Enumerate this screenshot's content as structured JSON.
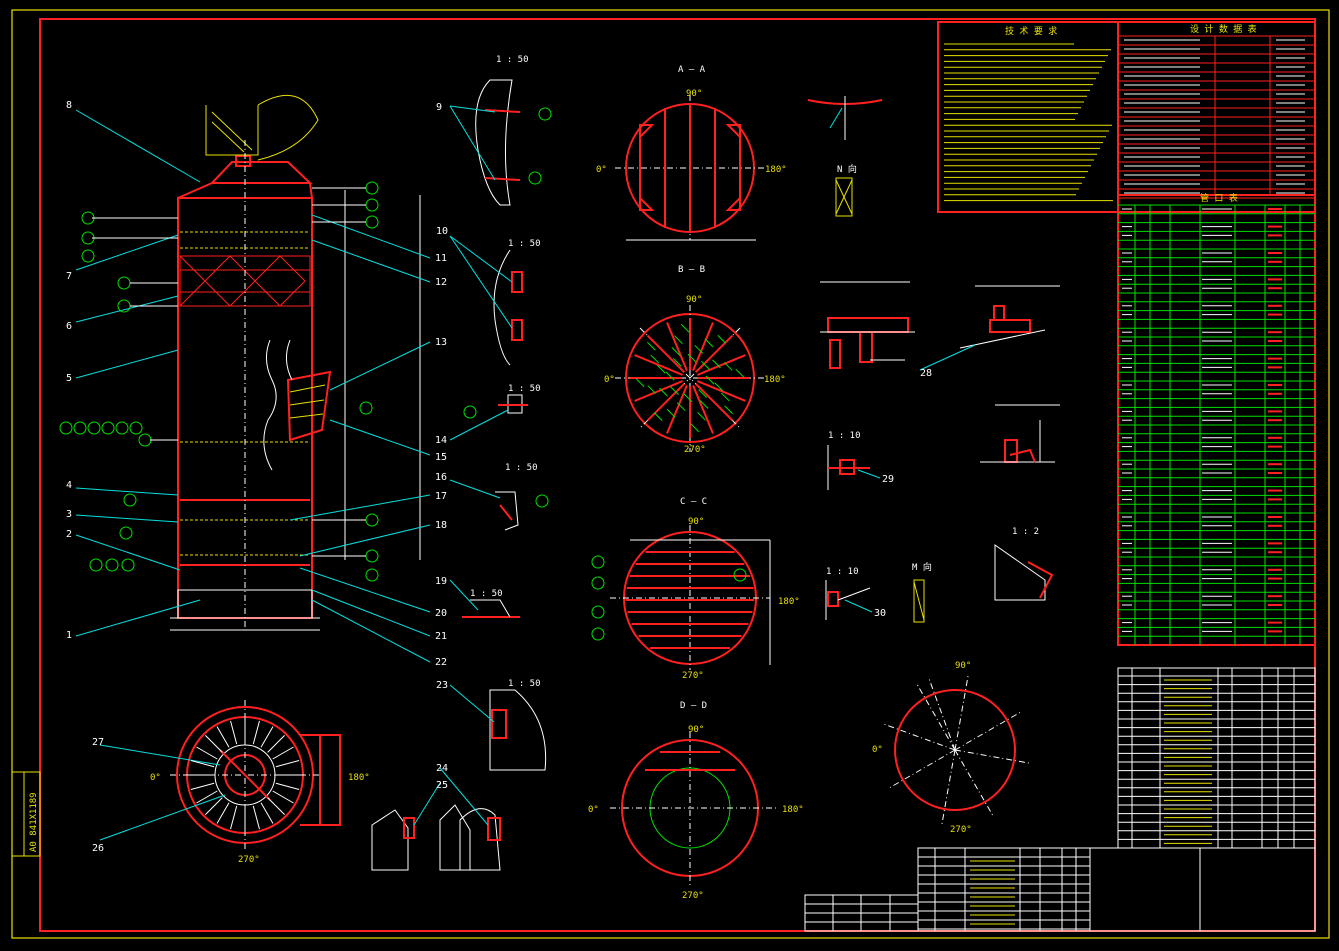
{
  "part_numbers": [
    "8",
    "7",
    "6",
    "5",
    "4",
    "3",
    "2",
    "1",
    "9",
    "10",
    "11",
    "12",
    "13",
    "14",
    "15",
    "16",
    "17",
    "18",
    "19",
    "20",
    "21",
    "22",
    "23",
    "24",
    "25",
    "26",
    "27",
    "28",
    "29",
    "30"
  ],
  "sections": {
    "aa": "A — A",
    "bb": "B — B",
    "cc": "C — C",
    "dd": "D — D",
    "n_view": "N 向",
    "m_view": "M 向"
  },
  "angles": {
    "top": "90°",
    "left": "0°",
    "right": "180°",
    "bottom": "270°"
  },
  "scales": {
    "s150": "1 : 50",
    "s110": "1 : 10",
    "s12": "1 : 2"
  },
  "tech_req": {
    "title": "技 术 要 求"
  },
  "design_data": {
    "title": "设 计 数 据 表"
  },
  "nozzle_table": {
    "title": "管 口 表"
  },
  "sheet_label": "A0  841X1189",
  "colors": {
    "border": "#ff2020",
    "frame": "#e8e000",
    "leader": "#00e0e0",
    "balloon": "#00e000",
    "detail": "#ffffff"
  }
}
